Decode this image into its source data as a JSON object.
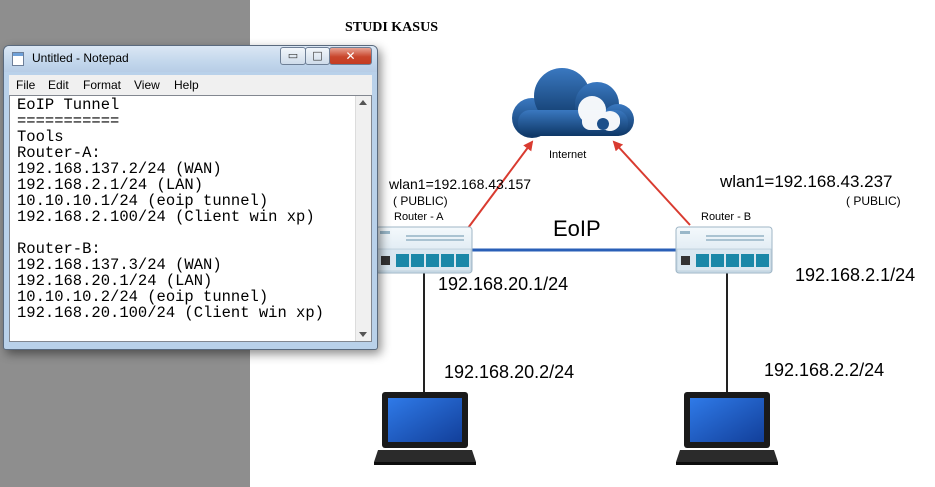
{
  "diagram": {
    "title": "STUDI KASUS",
    "internet_label": "Internet",
    "eoip_label": "EoIP",
    "router_a": {
      "wlan": "wlan1=192.168.43.157",
      "public": "( PUBLIC)",
      "name": "Router - A",
      "lan_ip": "192.168.20.1/24",
      "client_ip": "192.168.20.2/24"
    },
    "router_b": {
      "wlan": "wlan1=192.168.43.237",
      "public": "( PUBLIC)",
      "name": "Router - B",
      "lan_ip": "192.168.2.1/24",
      "client_ip": "192.168.2.2/24"
    },
    "colors": {
      "arrow": "#d93b30",
      "tunnel": "#2a5fb7",
      "cloud": "#1c4f8a",
      "router_body": "#e6f0f7",
      "router_port": "#1a88a8",
      "laptop_screen": "#1f5fcf"
    },
    "icons": [
      "cloud-icon",
      "router-icon",
      "laptop-icon"
    ]
  },
  "notepad": {
    "title": "Untitled - Notepad",
    "buttons": {
      "minimize": "▭",
      "maximize": "□",
      "close": "✕"
    },
    "menu": [
      "File",
      "Edit",
      "Format",
      "View",
      "Help"
    ],
    "lines": [
      "EoIP Tunnel",
      "===========",
      "Tools",
      "Router-A:",
      "192.168.137.2/24 (WAN)",
      "192.168.2.1/24 (LAN)",
      "10.10.10.1/24 (eoip tunnel)",
      "192.168.2.100/24 (Client win xp)",
      "",
      "Router-B:",
      "192.168.137.3/24 (WAN)",
      "192.168.20.1/24 (LAN)",
      "10.10.10.2/24 (eoip tunnel)",
      "192.168.20.100/24 (Client win xp)"
    ]
  }
}
